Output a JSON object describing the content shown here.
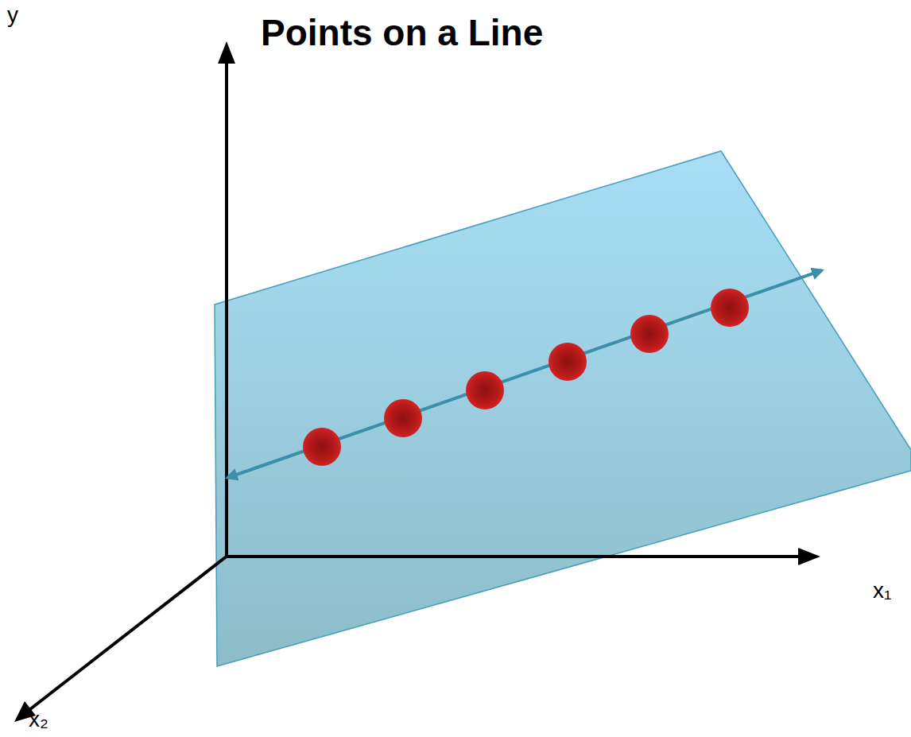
{
  "diagram": {
    "title": "Points on a Line",
    "labels": [
      "y",
      "x₁",
      "x₂"
    ]
  }
}
